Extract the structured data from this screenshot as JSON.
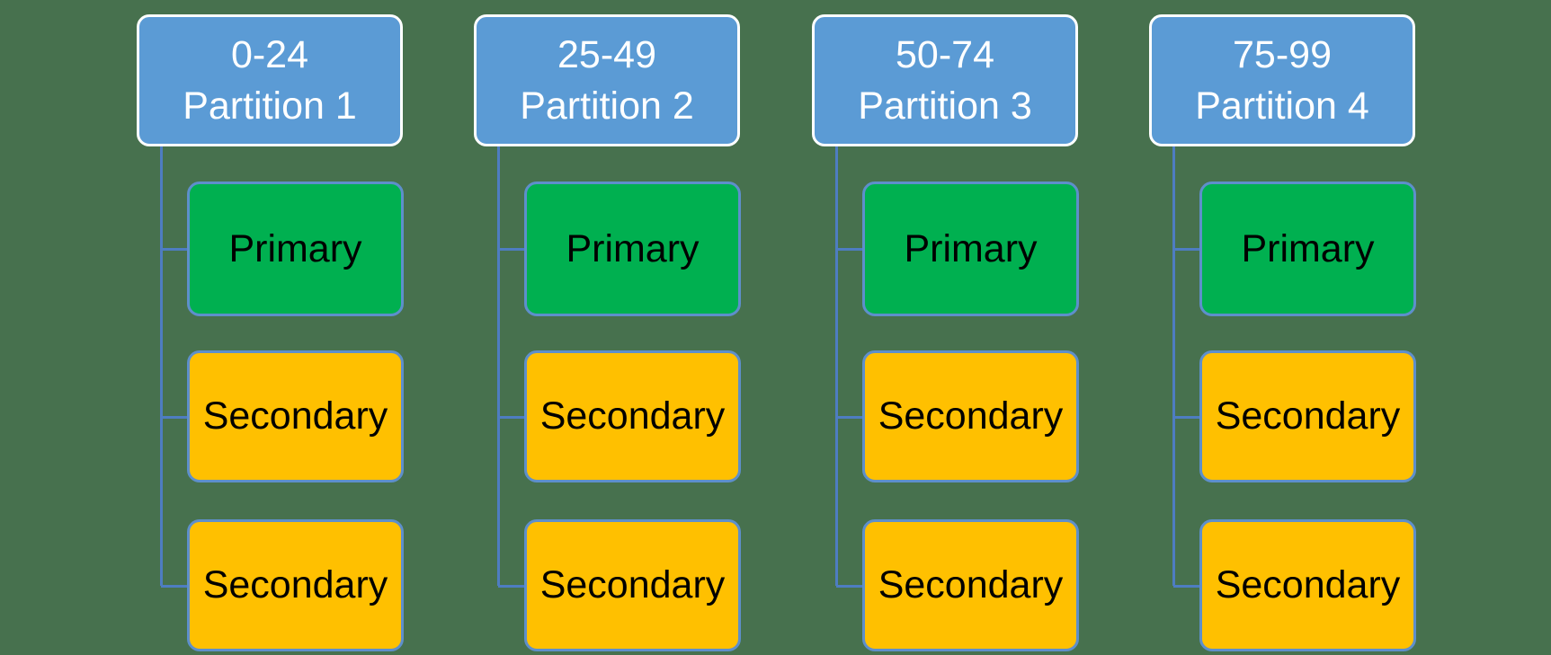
{
  "diagram": {
    "type": "partition-hierarchy",
    "partitions": [
      {
        "range": "0-24",
        "label": "Partition 1",
        "children": [
          {
            "label": "Primary",
            "type": "primary"
          },
          {
            "label": "Secondary",
            "type": "secondary"
          },
          {
            "label": "Secondary",
            "type": "secondary"
          }
        ]
      },
      {
        "range": "25-49",
        "label": "Partition 2",
        "children": [
          {
            "label": "Primary",
            "type": "primary"
          },
          {
            "label": "Secondary",
            "type": "secondary"
          },
          {
            "label": "Secondary",
            "type": "secondary"
          }
        ]
      },
      {
        "range": "50-74",
        "label": "Partition 3",
        "children": [
          {
            "label": "Primary",
            "type": "primary"
          },
          {
            "label": "Secondary",
            "type": "secondary"
          },
          {
            "label": "Secondary",
            "type": "secondary"
          }
        ]
      },
      {
        "range": "75-99",
        "label": "Partition 4",
        "children": [
          {
            "label": "Primary",
            "type": "primary"
          },
          {
            "label": "Secondary",
            "type": "secondary"
          },
          {
            "label": "Secondary",
            "type": "secondary"
          }
        ]
      }
    ],
    "colors": {
      "background": "#47714E",
      "header_fill": "#5B9BD5",
      "header_border": "#FFFFFF",
      "header_text": "#FFFFFF",
      "primary_fill": "#00B050",
      "secondary_fill": "#FFC000",
      "child_border": "#5E8FCB",
      "connector": "#4E7DC1",
      "node_text": "#000000"
    }
  }
}
